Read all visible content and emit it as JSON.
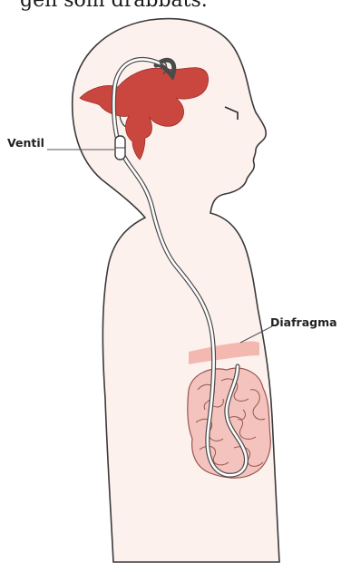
{
  "caption": "gen som drabbats.",
  "labels": {
    "valve": "Ventil",
    "diaphragm": "Diafragma"
  },
  "colors": {
    "outline": "#3a3a3a",
    "skin": "#fdf1ee",
    "ventricles": "#c9473f",
    "intestines": "#f4c3bd",
    "intestine_lines": "#9a5550",
    "diaphragm_band": "#f2b2aa",
    "tube": "#ffffff"
  }
}
